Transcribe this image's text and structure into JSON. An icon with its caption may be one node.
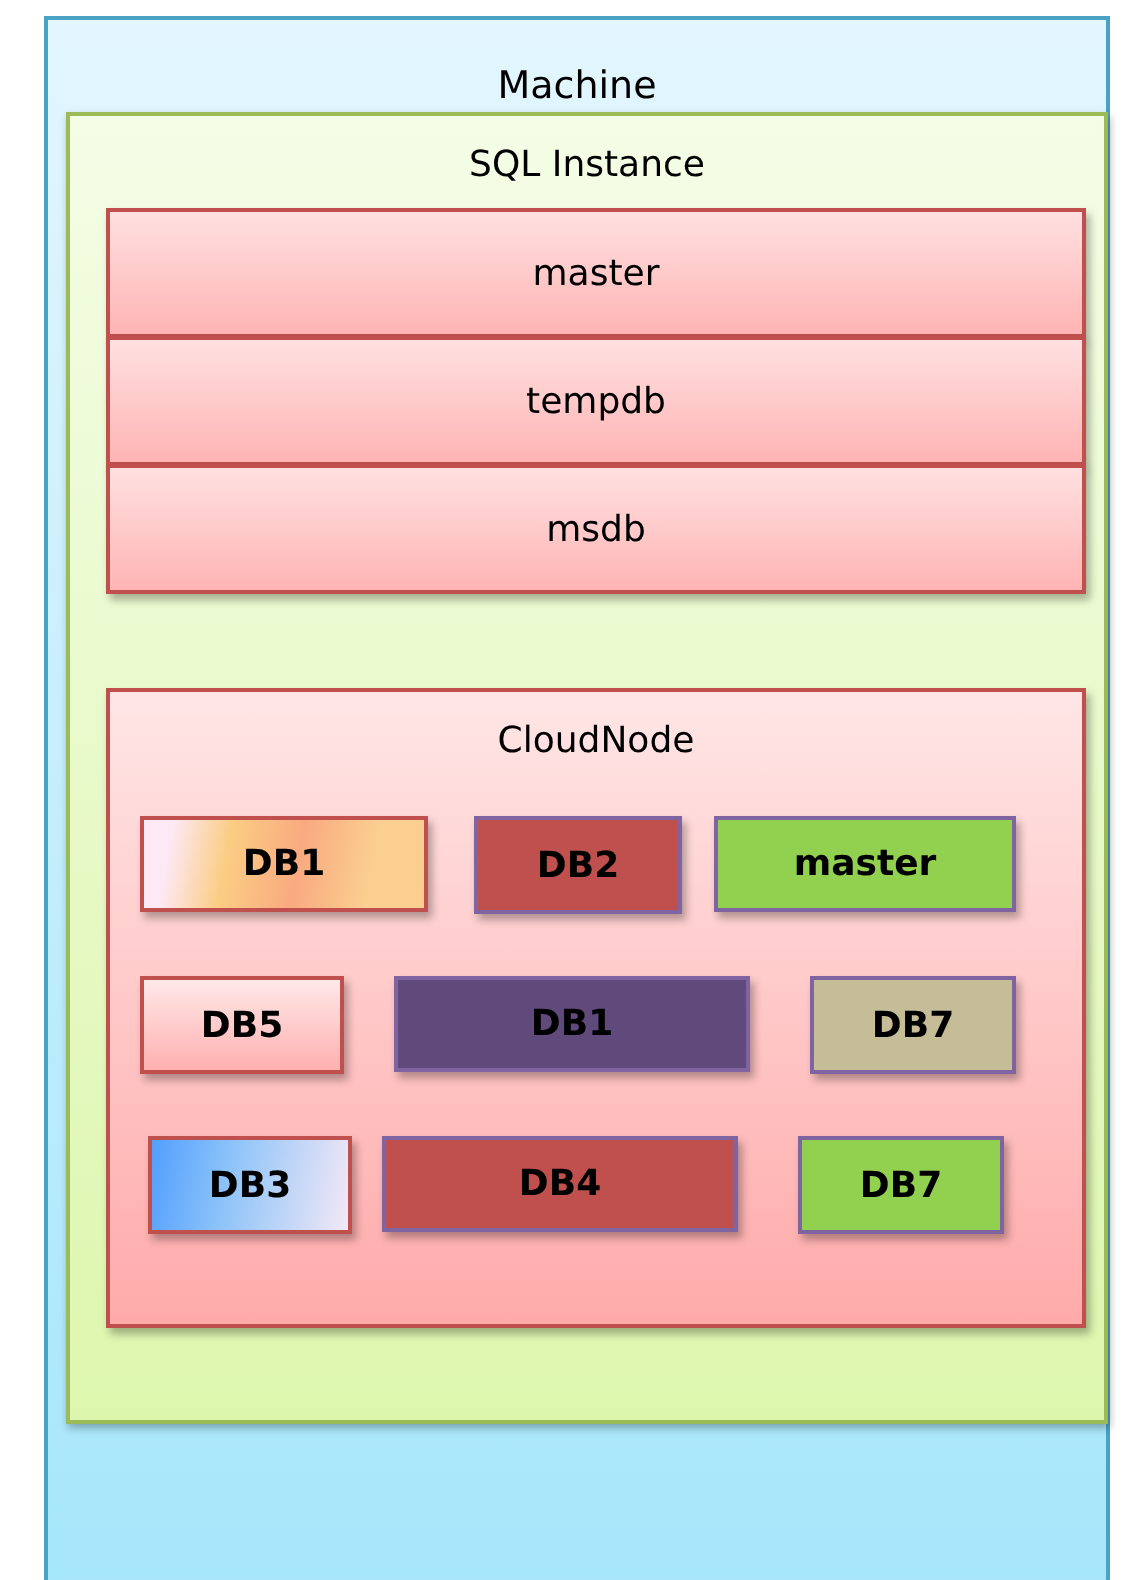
{
  "diagram": {
    "nodes": [
      {
        "text": [
          "Machine"
        ]
      },
      {
        "text": [
          "SQL Instance"
        ],
        "in": 0
      },
      {
        "text": [
          "master"
        ],
        "in": 1
      },
      {
        "text": [
          "tempdb"
        ],
        "in": 1
      },
      {
        "text": [
          "msdb"
        ],
        "in": 1
      },
      {
        "text": [
          "CloudNode"
        ],
        "in": 1
      },
      {
        "text": [
          "DB1"
        ],
        "in": 5
      },
      {
        "text": [
          "DB2"
        ],
        "in": 5
      },
      {
        "text": [
          "master"
        ],
        "in": 5
      },
      {
        "text": [
          "DB5"
        ],
        "in": 5
      },
      {
        "text": [
          "DB1"
        ],
        "in": 5
      },
      {
        "text": [
          "DB7"
        ],
        "in": 5
      },
      {
        "text": [
          "DB3"
        ],
        "in": 5
      },
      {
        "text": [
          "DB4"
        ],
        "in": 5
      },
      {
        "text": [
          "DB7"
        ],
        "in": 5
      }
    ]
  }
}
